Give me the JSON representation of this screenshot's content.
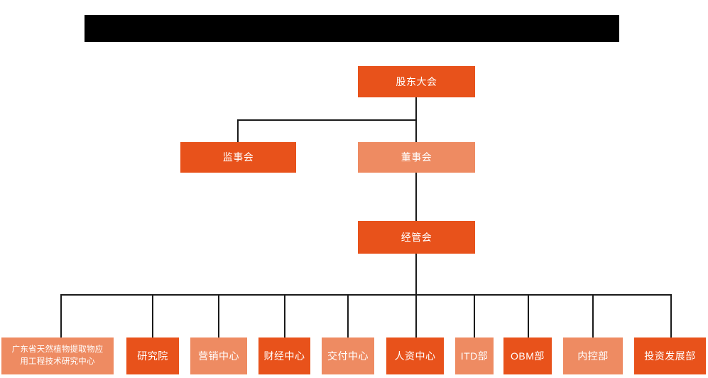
{
  "chart_title_bar": {
    "name": "redacted-title-bar",
    "text": "",
    "color": "#000000"
  },
  "colors": {
    "dark_orange": "#E8521B",
    "light_salmon": "#EE8B62",
    "connector": "#1a1a1a",
    "background": "#FFFFFF",
    "node_text": "#FFFFFF"
  },
  "nodes": {
    "shareholders_meeting": {
      "label": "股东大会",
      "tone": "dark"
    },
    "board_of_supervisors": {
      "label": "监事会",
      "tone": "dark"
    },
    "board_of_directors": {
      "label": "董事会",
      "tone": "light"
    },
    "management_committee": {
      "label": "经管会",
      "tone": "dark"
    }
  },
  "departments": [
    {
      "label_line1": "广东省天然植物提取物应",
      "label_line2": "用工程技术研究中心",
      "tone": "light"
    },
    {
      "label": "研究院",
      "tone": "dark"
    },
    {
      "label": "营销中心",
      "tone": "light"
    },
    {
      "label": "财经中心",
      "tone": "dark"
    },
    {
      "label": "交付中心",
      "tone": "light"
    },
    {
      "label": "人资中心",
      "tone": "dark"
    },
    {
      "label": "ITD部",
      "tone": "light"
    },
    {
      "label": "OBM部",
      "tone": "dark"
    },
    {
      "label": "内控部",
      "tone": "light"
    },
    {
      "label": "投资发展部",
      "tone": "dark"
    }
  ]
}
